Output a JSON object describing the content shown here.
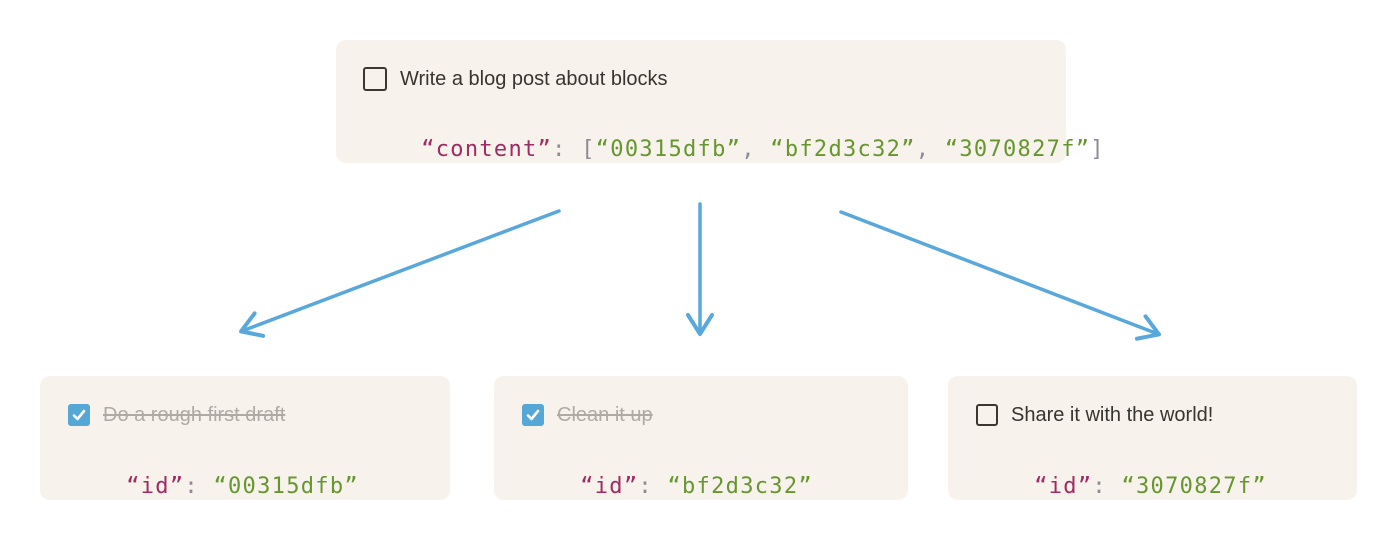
{
  "colors": {
    "card_bg": "#F7F2EB",
    "text_dark": "#37352F",
    "text_done_strike": "#AEABA4",
    "code_key": "#A02B63",
    "code_string": "#67962F",
    "code_punct": "#8D8B95",
    "checkbox_checked_blue": "#55A7D5",
    "arrow_blue": "#58A8DB"
  },
  "parent_block": {
    "todo": {
      "label": "Write a blog post about blocks",
      "checked": false
    },
    "code": {
      "key": "“content”",
      "colon": ": ",
      "bracket_open": "[",
      "value_1": "“00315dfb”",
      "comma_1": ", ",
      "value_2": "“bf2d3c32”",
      "comma_2": ", ",
      "value_3": "“3070827f”",
      "bracket_close": "]"
    }
  },
  "child_blocks": [
    {
      "todo": {
        "label": "Do a rough first draft",
        "checked": true
      },
      "code": {
        "key": "“id”",
        "colon": ": ",
        "value": "“00315dfb”"
      }
    },
    {
      "todo": {
        "label": "Clean it up",
        "checked": true
      },
      "code": {
        "key": "“id”",
        "colon": ": ",
        "value": "“bf2d3c32”"
      }
    },
    {
      "todo": {
        "label": "Share it with the world!",
        "checked": false
      },
      "code": {
        "key": "“id”",
        "colon": ": ",
        "value": "“3070827f”"
      }
    }
  ]
}
